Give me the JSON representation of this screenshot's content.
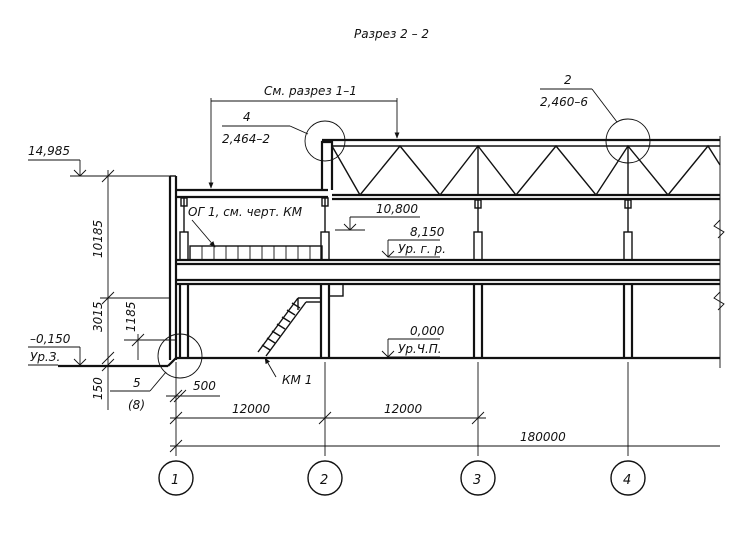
{
  "title": "Разрез  2 – 2",
  "callouts": {
    "see_section": "См. разрез 1–1",
    "node4_num": "4",
    "node4_ref": "2,464–2",
    "node2_num": "2",
    "node2_ref": "2,460–6",
    "node5_num": "5",
    "node5_sub": "(8)",
    "og_label": "ОГ 1, см. черт. КМ",
    "km_label": "КМ 1"
  },
  "levels": {
    "top": "14,985",
    "l10800": "10,800",
    "l8150": "8,150",
    "craneway": "Ур. г. р.",
    "l0000": "0,000",
    "floor": "Ур.Ч.П.",
    "ground": "–0,150",
    "ground_label": "Ур.З."
  },
  "dimensions": {
    "d10185": "10185",
    "d3015": "3015",
    "d1185": "1185",
    "d150": "150",
    "d500": "500",
    "span1": "12000",
    "span2": "12000",
    "total": "180000"
  },
  "axes": [
    "1",
    "2",
    "3",
    "4"
  ]
}
